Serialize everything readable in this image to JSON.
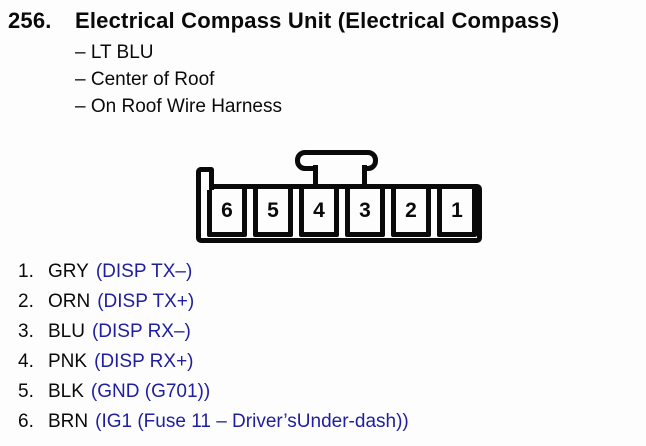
{
  "title": {
    "number": "256.",
    "text": "Electrical Compass Unit (Electrical Compass)"
  },
  "notes": [
    "– LT BLU",
    "– Center of Roof",
    "– On Roof Wire Harness"
  ],
  "connector": {
    "pins": [
      "6",
      "5",
      "4",
      "3",
      "2",
      "1"
    ]
  },
  "pin_list": {
    "items": [
      {
        "num": "1.",
        "color": "GRY",
        "signal": "(DISP TX–)"
      },
      {
        "num": "2.",
        "color": "ORN",
        "signal": "(DISP TX+)"
      },
      {
        "num": "3.",
        "color": "BLU",
        "signal": "(DISP RX–)"
      },
      {
        "num": "4.",
        "color": "PNK",
        "signal": "(DISP RX+)"
      },
      {
        "num": "5.",
        "color": "BLK",
        "signal": "(GND (G701))"
      },
      {
        "num": "6.",
        "color": "BRN",
        "signal": "(IG1 (Fuse 11 – Driver’sUnder-dash))"
      }
    ]
  },
  "colors": {
    "signal_blue": "#1e1e9e",
    "ink": "#0a0a0a"
  }
}
